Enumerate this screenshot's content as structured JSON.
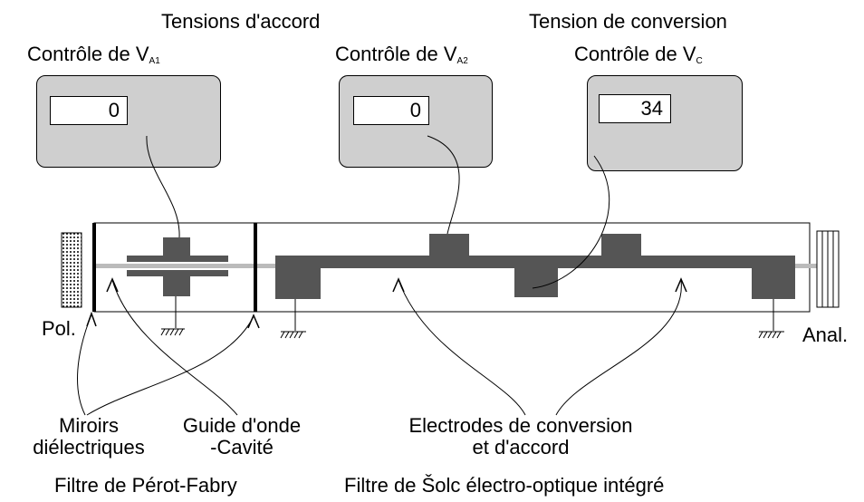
{
  "headings": {
    "tuning_voltages": "Tensions d'accord",
    "conversion_voltage": "Tension de conversion"
  },
  "controls": [
    {
      "label": "Contrôle de V",
      "sub": "A1",
      "value": "0"
    },
    {
      "label": "Contrôle de V",
      "sub": "A2",
      "value": "0"
    },
    {
      "label": "Contrôle de V",
      "sub": "C",
      "value": "34"
    }
  ],
  "labels": {
    "polarizer": "Pol.",
    "analyzer": "Anal.",
    "mirrors_line1": "Miroirs",
    "mirrors_line2": "diélectriques",
    "guide_line1": "Guide d'onde",
    "guide_line2": "-Cavité",
    "electrodes_line1": "Electrodes de conversion",
    "electrodes_line2": "et d'accord",
    "fabry_perot": "Filtre de Pérot-Fabry",
    "solc": "Filtre de Šolc électro-optique intégré"
  },
  "colors": {
    "panel": "#cfcfcf",
    "electrode": "#555555",
    "waveguide": "#bbbbbb"
  }
}
